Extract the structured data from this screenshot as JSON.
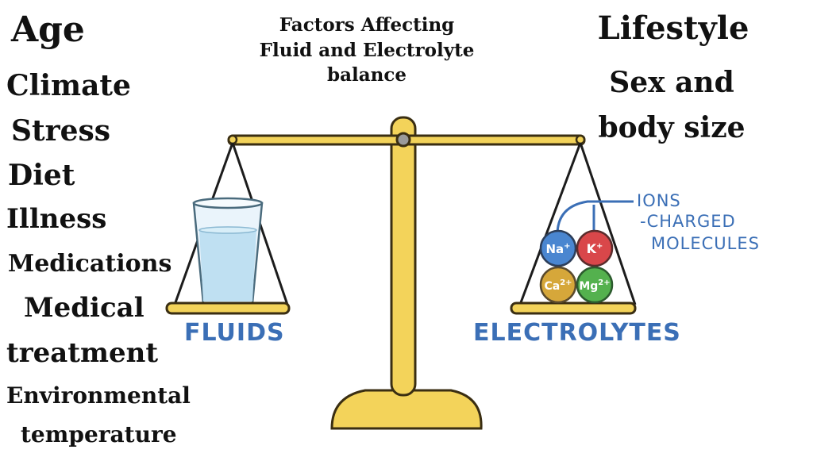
{
  "title": {
    "line1": "Factors Affecting",
    "line2": "Fluid and Electrolyte",
    "line3": "balance"
  },
  "left_factors": {
    "age": "Age",
    "climate": "Climate",
    "stress": "Stress",
    "diet": "Diet",
    "illness": "Illness",
    "medications": "Medications",
    "medical_treatment_line1": "Medical",
    "medical_treatment_line2": "treatment",
    "environmental_line1": "Environmental",
    "environmental_line2": "temperature"
  },
  "right_factors": {
    "lifestyle": "Lifestyle",
    "sex_line1": "Sex and",
    "sex_line2": "body size"
  },
  "scale": {
    "left_pan_label": "FLUIDS",
    "right_pan_label": "ELECTROLYTES",
    "ions_line1": "IONS",
    "ions_line2": "-CHARGED",
    "ions_line3": "MOLECULES",
    "ions": [
      {
        "symbol": "Na",
        "charge": "+",
        "color": "#4a86d0"
      },
      {
        "symbol": "K",
        "charge": "+",
        "color": "#d9474a"
      },
      {
        "symbol": "Ca",
        "charge": "2+",
        "color": "#d6a73a"
      },
      {
        "symbol": "Mg",
        "charge": "2+",
        "color": "#54b14e"
      }
    ]
  },
  "colors": {
    "scale_gold": "#f3d35a",
    "scale_outline": "#3a2e12",
    "label_blue": "#3b6fb6",
    "water": "#bfe0f2"
  }
}
